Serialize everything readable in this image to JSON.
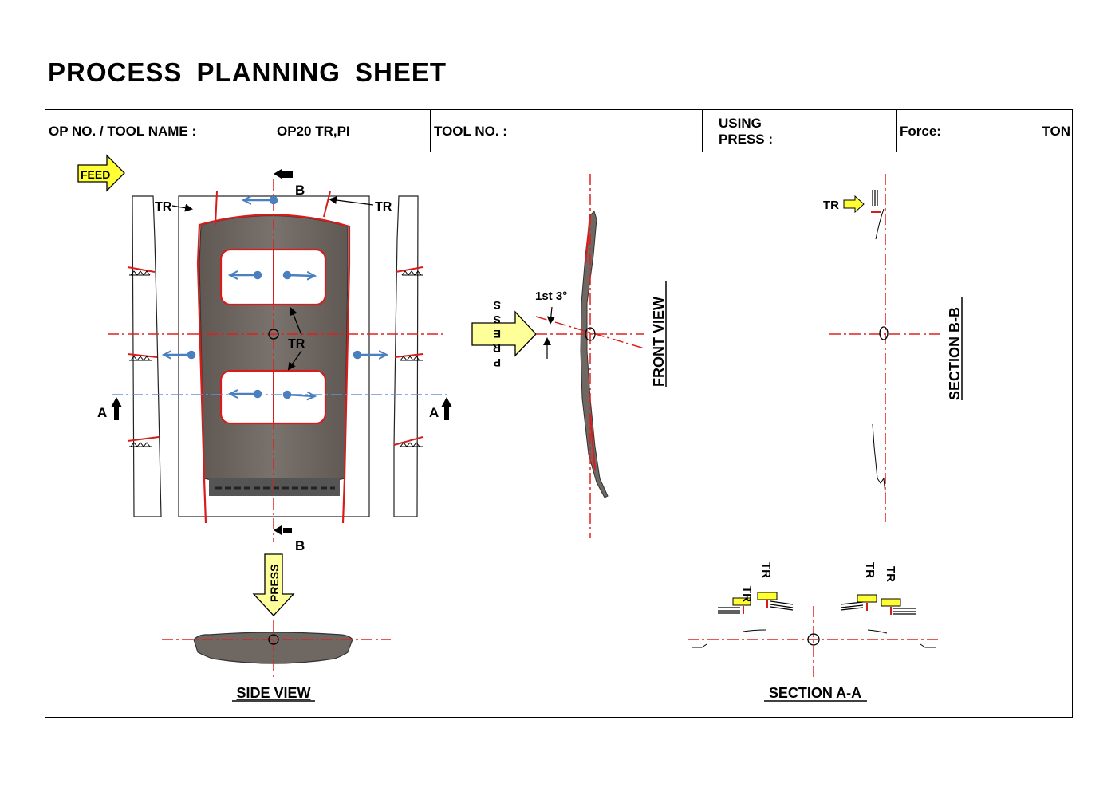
{
  "title": "PROCESS  PLANNING  SHEET",
  "header": {
    "op_label": "OP NO. / TOOL NAME :",
    "op_value": "OP20 TR,PI",
    "tool_label": "TOOL NO. :",
    "tool_value": "",
    "press_label_1": "USING",
    "press_label_2": "PRESS :",
    "press_value": "",
    "force_label": "Force:",
    "force_unit": "TON"
  },
  "labels": {
    "feed": "FEED",
    "tr": "TR",
    "b": "B",
    "a": "A",
    "press": "PRESS",
    "press_vertical": "PRESS",
    "first_angle": "1st 3°",
    "front_view": "FRONT  VIEW",
    "section_bb": "SECTION B-B",
    "side_view": "SIDE VIEW",
    "section_aa": "SECTION A-A"
  },
  "colors": {
    "trim_line": "#d81b1b",
    "center_line": "#e0201f",
    "panel": "#6f6762",
    "arrow_blue": "#4a7fc0",
    "feed_yellow": "#ffff33",
    "press_yellow": "#ffff99",
    "a_line": "#6b8fd6"
  }
}
